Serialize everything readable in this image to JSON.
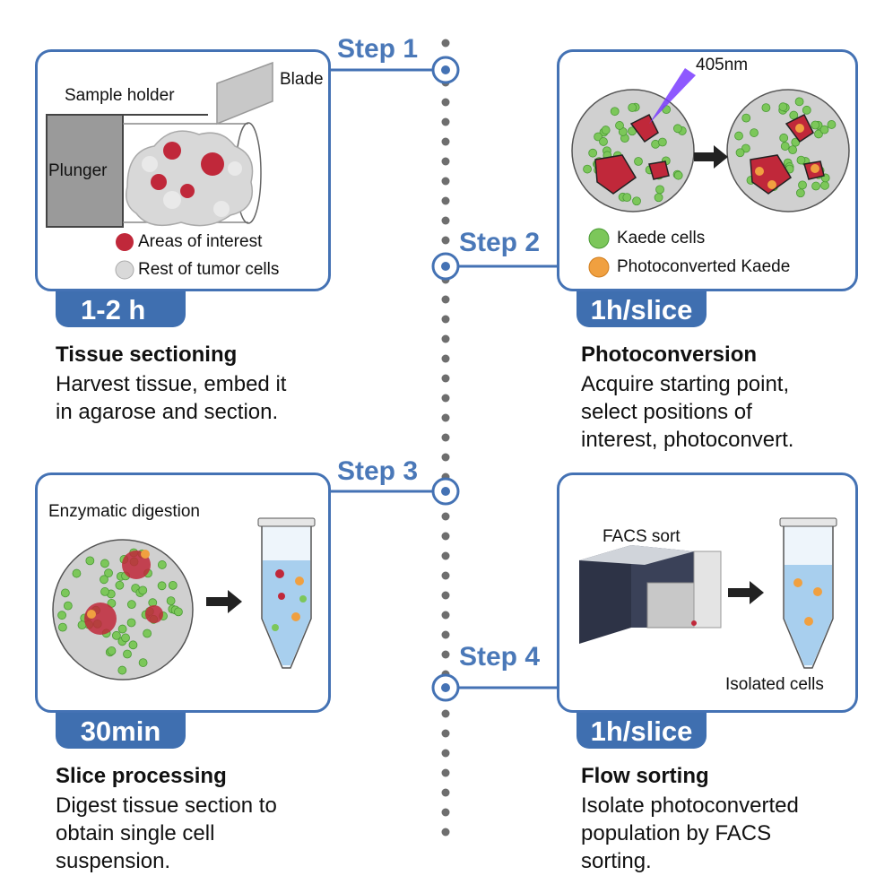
{
  "steps": [
    {
      "label": "Step 1",
      "time": "1-2 h",
      "title": "Tissue sectioning",
      "desc": "Harvest tissue, embed it\nin agarose and section."
    },
    {
      "label": "Step 2",
      "time": "1h/slice",
      "title": "Photoconversion",
      "desc": "Acquire starting point,\nselect positions of\ninterest, photoconvert."
    },
    {
      "label": "Step 3",
      "time": "30min",
      "title": "Slice processing",
      "desc": "Digest tissue section to\nobtain single cell\nsuspension."
    },
    {
      "label": "Step 4",
      "time": "1h/slice",
      "title": "Flow sorting",
      "desc": "Isolate photoconverted\npopulation by FACS\nsorting."
    }
  ],
  "panel1": {
    "sample_holder": "Sample holder",
    "blade": "Blade",
    "plunger": "Plunger",
    "legend_interest": "Areas of interest",
    "legend_rest": "Rest of tumor cells"
  },
  "panel2": {
    "wavelength": "405nm",
    "legend_kaede": "Kaede cells",
    "legend_photo": "Photoconverted Kaede"
  },
  "panel3": {
    "digestion": "Enzymatic digestion"
  },
  "panel4": {
    "facs": "FACS sort",
    "isolated": "Isolated cells"
  },
  "colors": {
    "accent": "#4472b4",
    "tab": "#3f6fb0",
    "green_cell": "#7cc75a",
    "orange_cell": "#f0a040",
    "tumor": "#c0283a"
  }
}
